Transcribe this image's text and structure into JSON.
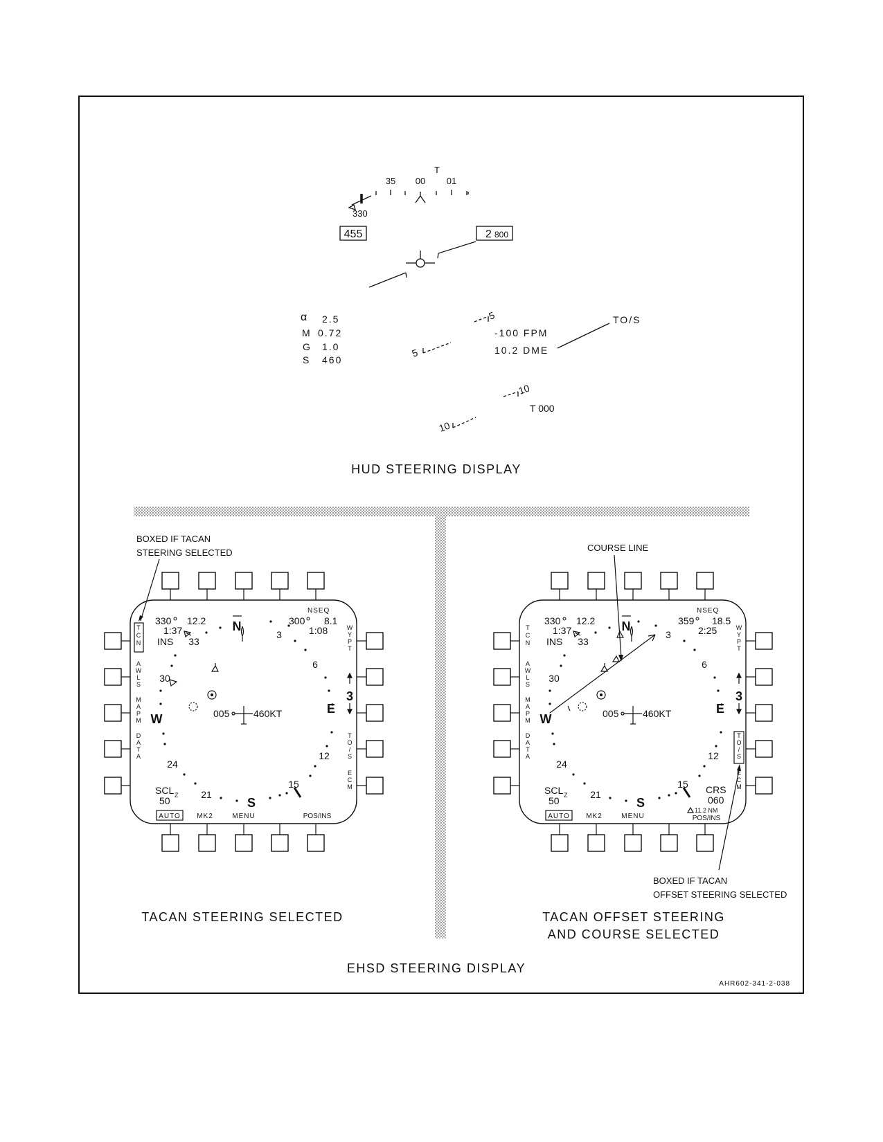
{
  "hud": {
    "heading_tape": {
      "t_marker": "T",
      "labels": [
        "35",
        "00",
        "01"
      ],
      "bug_value": "330"
    },
    "airspeed_box": "455",
    "altitude_box_big": "2",
    "altitude_box_small": "800",
    "data_block": [
      {
        "label": "α",
        "value": "2.5"
      },
      {
        "label": "M",
        "value": "0.72"
      },
      {
        "label": "G",
        "value": "1.0"
      },
      {
        "label": "S",
        "value": "460"
      }
    ],
    "pitch_ladder": {
      "upper_right": "5",
      "upper_left": "5",
      "lower_right": "10",
      "lower_left": "10"
    },
    "fpm": "-100 FPM",
    "dme": "10.2 DME",
    "tos": "TO/S",
    "t_readout": "T 000",
    "caption": "HUD STEERING DISPLAY"
  },
  "ehsd_left": {
    "tgt_brg": "330",
    "tgt_rng": "12.2",
    "tgt_time": "1:37",
    "tgt_src": "INS",
    "wp_brg": "300",
    "wp_rng": "8.1",
    "wp_time": "1:08",
    "nseq": "NSEQ",
    "center_hdg": "005",
    "center_spd": "460KT",
    "left_labels": [
      "TCN",
      "AWLS",
      "MAPM",
      "DATA"
    ],
    "right_labels": [
      "WYPT",
      "3",
      "TO/S",
      "ECM"
    ],
    "bottom_labels": [
      "AUTO",
      "MK2",
      "MENU",
      "POS/INS"
    ],
    "scale_label": "SCL",
    "scale_value": "50",
    "scale_z": "Z",
    "compass": [
      "N",
      "3",
      "6",
      "E",
      "12",
      "15",
      "S",
      "21",
      "24",
      "W",
      "30",
      "33"
    ],
    "caption": "TACAN STEERING SELECTED"
  },
  "ehsd_right": {
    "tgt_brg": "330",
    "tgt_rng": "12.2",
    "tgt_time": "1:37",
    "tgt_src": "INS",
    "wp_brg": "359",
    "wp_rng": "18.5",
    "wp_time": "2:25",
    "nseq": "NSEQ",
    "center_hdg": "005",
    "center_spd": "460KT",
    "left_labels": [
      "TCN",
      "AWLS",
      "MAPM",
      "DATA"
    ],
    "right_labels": [
      "WYPT",
      "3",
      "TO/S",
      "ECM"
    ],
    "bottom_labels": [
      "AUTO",
      "MK2",
      "MENU",
      "POS/INS"
    ],
    "scale_label": "SCL",
    "scale_value": "50",
    "scale_z": "Z",
    "compass": [
      "N",
      "3",
      "6",
      "E",
      "12",
      "15",
      "S",
      "21",
      "24",
      "W",
      "30",
      "33"
    ],
    "crs_label": "CRS",
    "crs_value": "060",
    "offset_nm": "11.2 NM",
    "caption_line1": "TACAN OFFSET STEERING",
    "caption_line2": "AND COURSE SELECTED"
  },
  "callouts": {
    "boxed_tacan_1": "BOXED IF TACAN",
    "boxed_tacan_2": "STEERING SELECTED",
    "course_line": "COURSE LINE",
    "boxed_offset_1": "BOXED IF TACAN",
    "boxed_offset_2": "OFFSET STEERING SELECTED"
  },
  "ehsd_caption": "EHSD STEERING DISPLAY",
  "figure_id": "AHR602-341-2-038"
}
